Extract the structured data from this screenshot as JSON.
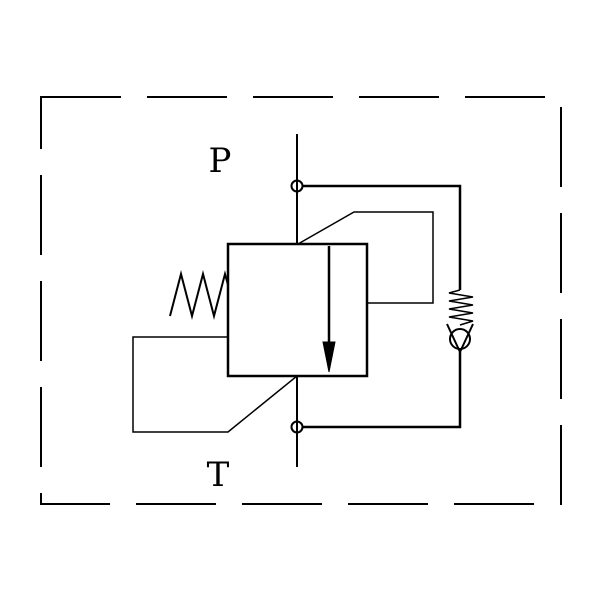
{
  "diagram": {
    "symbol": "pressure-relief-valve",
    "ports": {
      "pressure_label": "P",
      "tank_label": "T"
    },
    "colors": {
      "stroke": "#000000",
      "background": "#ffffff"
    }
  }
}
